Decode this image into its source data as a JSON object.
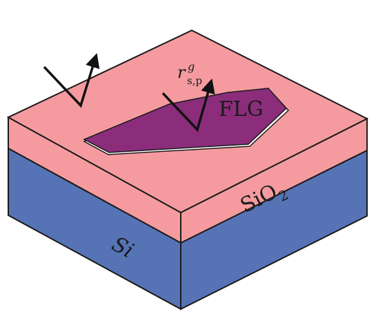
{
  "labels": {
    "flake": "FLG",
    "oxide_base": "SiO",
    "oxide_subscript": "2",
    "substrate": "Si",
    "reflect_main": "r",
    "reflect_sup": "g",
    "reflect_sub": "s,p"
  },
  "colors": {
    "sio2_layer": "#f59b9f",
    "si_layer": "#5673b5",
    "flake": "#8b2d7b",
    "outline": "#1a1a1a",
    "arrow": "#111111"
  },
  "icons": {
    "incident_reflected_beam_left": "beam-arrow-icon",
    "incident_reflected_beam_right": "beam-arrow-icon"
  }
}
